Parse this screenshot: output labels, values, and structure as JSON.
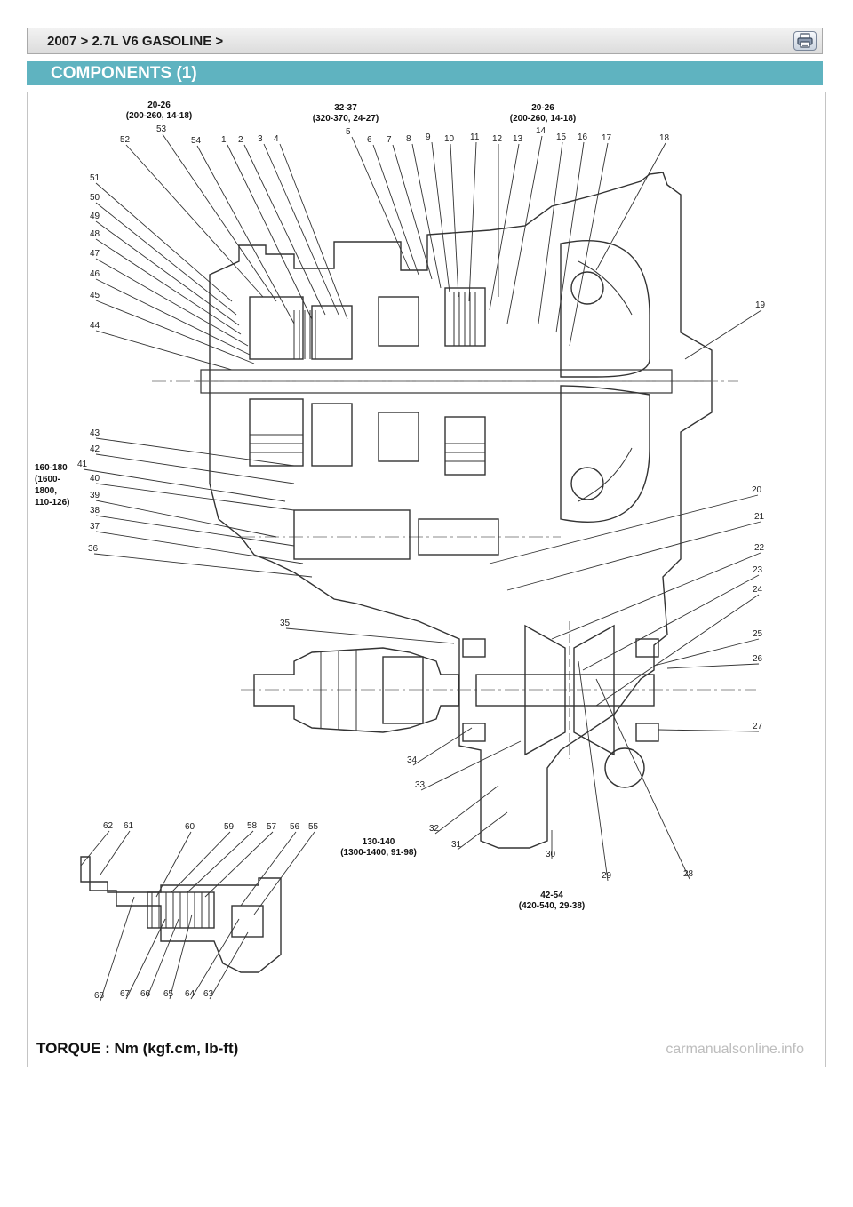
{
  "breadcrumb": "2007 > 2.7L V6 GASOLINE >",
  "title": "COMPONENTS (1)",
  "torque_specs": [
    {
      "id": "t1",
      "lines": [
        "20-26",
        "(200-260, 14-18)"
      ]
    },
    {
      "id": "t2",
      "lines": [
        "32-37",
        "(320-370, 24-27)"
      ]
    },
    {
      "id": "t3",
      "lines": [
        "20-26",
        "(200-260, 14-18)"
      ]
    },
    {
      "id": "t4",
      "lines": [
        "160-180",
        "(1600-",
        "1800,",
        "110-126)"
      ]
    },
    {
      "id": "t5",
      "lines": [
        "130-140",
        "(1300-1400, 91-98)"
      ]
    },
    {
      "id": "t6",
      "lines": [
        "42-54",
        "(420-540, 29-38)"
      ]
    }
  ],
  "callouts": [
    "52",
    "53",
    "54",
    "1",
    "2",
    "3",
    "4",
    "5",
    "6",
    "7",
    "8",
    "9",
    "10",
    "11",
    "12",
    "13",
    "14",
    "15",
    "16",
    "17",
    "18",
    "51",
    "50",
    "49",
    "48",
    "47",
    "46",
    "45",
    "44",
    "19",
    "43",
    "42",
    "41",
    "40",
    "39",
    "38",
    "37",
    "36",
    "20",
    "21",
    "22",
    "23",
    "24",
    "25",
    "26",
    "35",
    "27",
    "34",
    "33",
    "32",
    "31",
    "30",
    "29",
    "28",
    "62",
    "61",
    "60",
    "59",
    "58",
    "57",
    "56",
    "55",
    "68",
    "67",
    "66",
    "65",
    "64",
    "63"
  ],
  "torque_note": "TORQUE : Nm (kgf.cm, lb-ft)",
  "watermark": "carmanualsonline.info",
  "icons": {
    "print": "printer-icon"
  }
}
